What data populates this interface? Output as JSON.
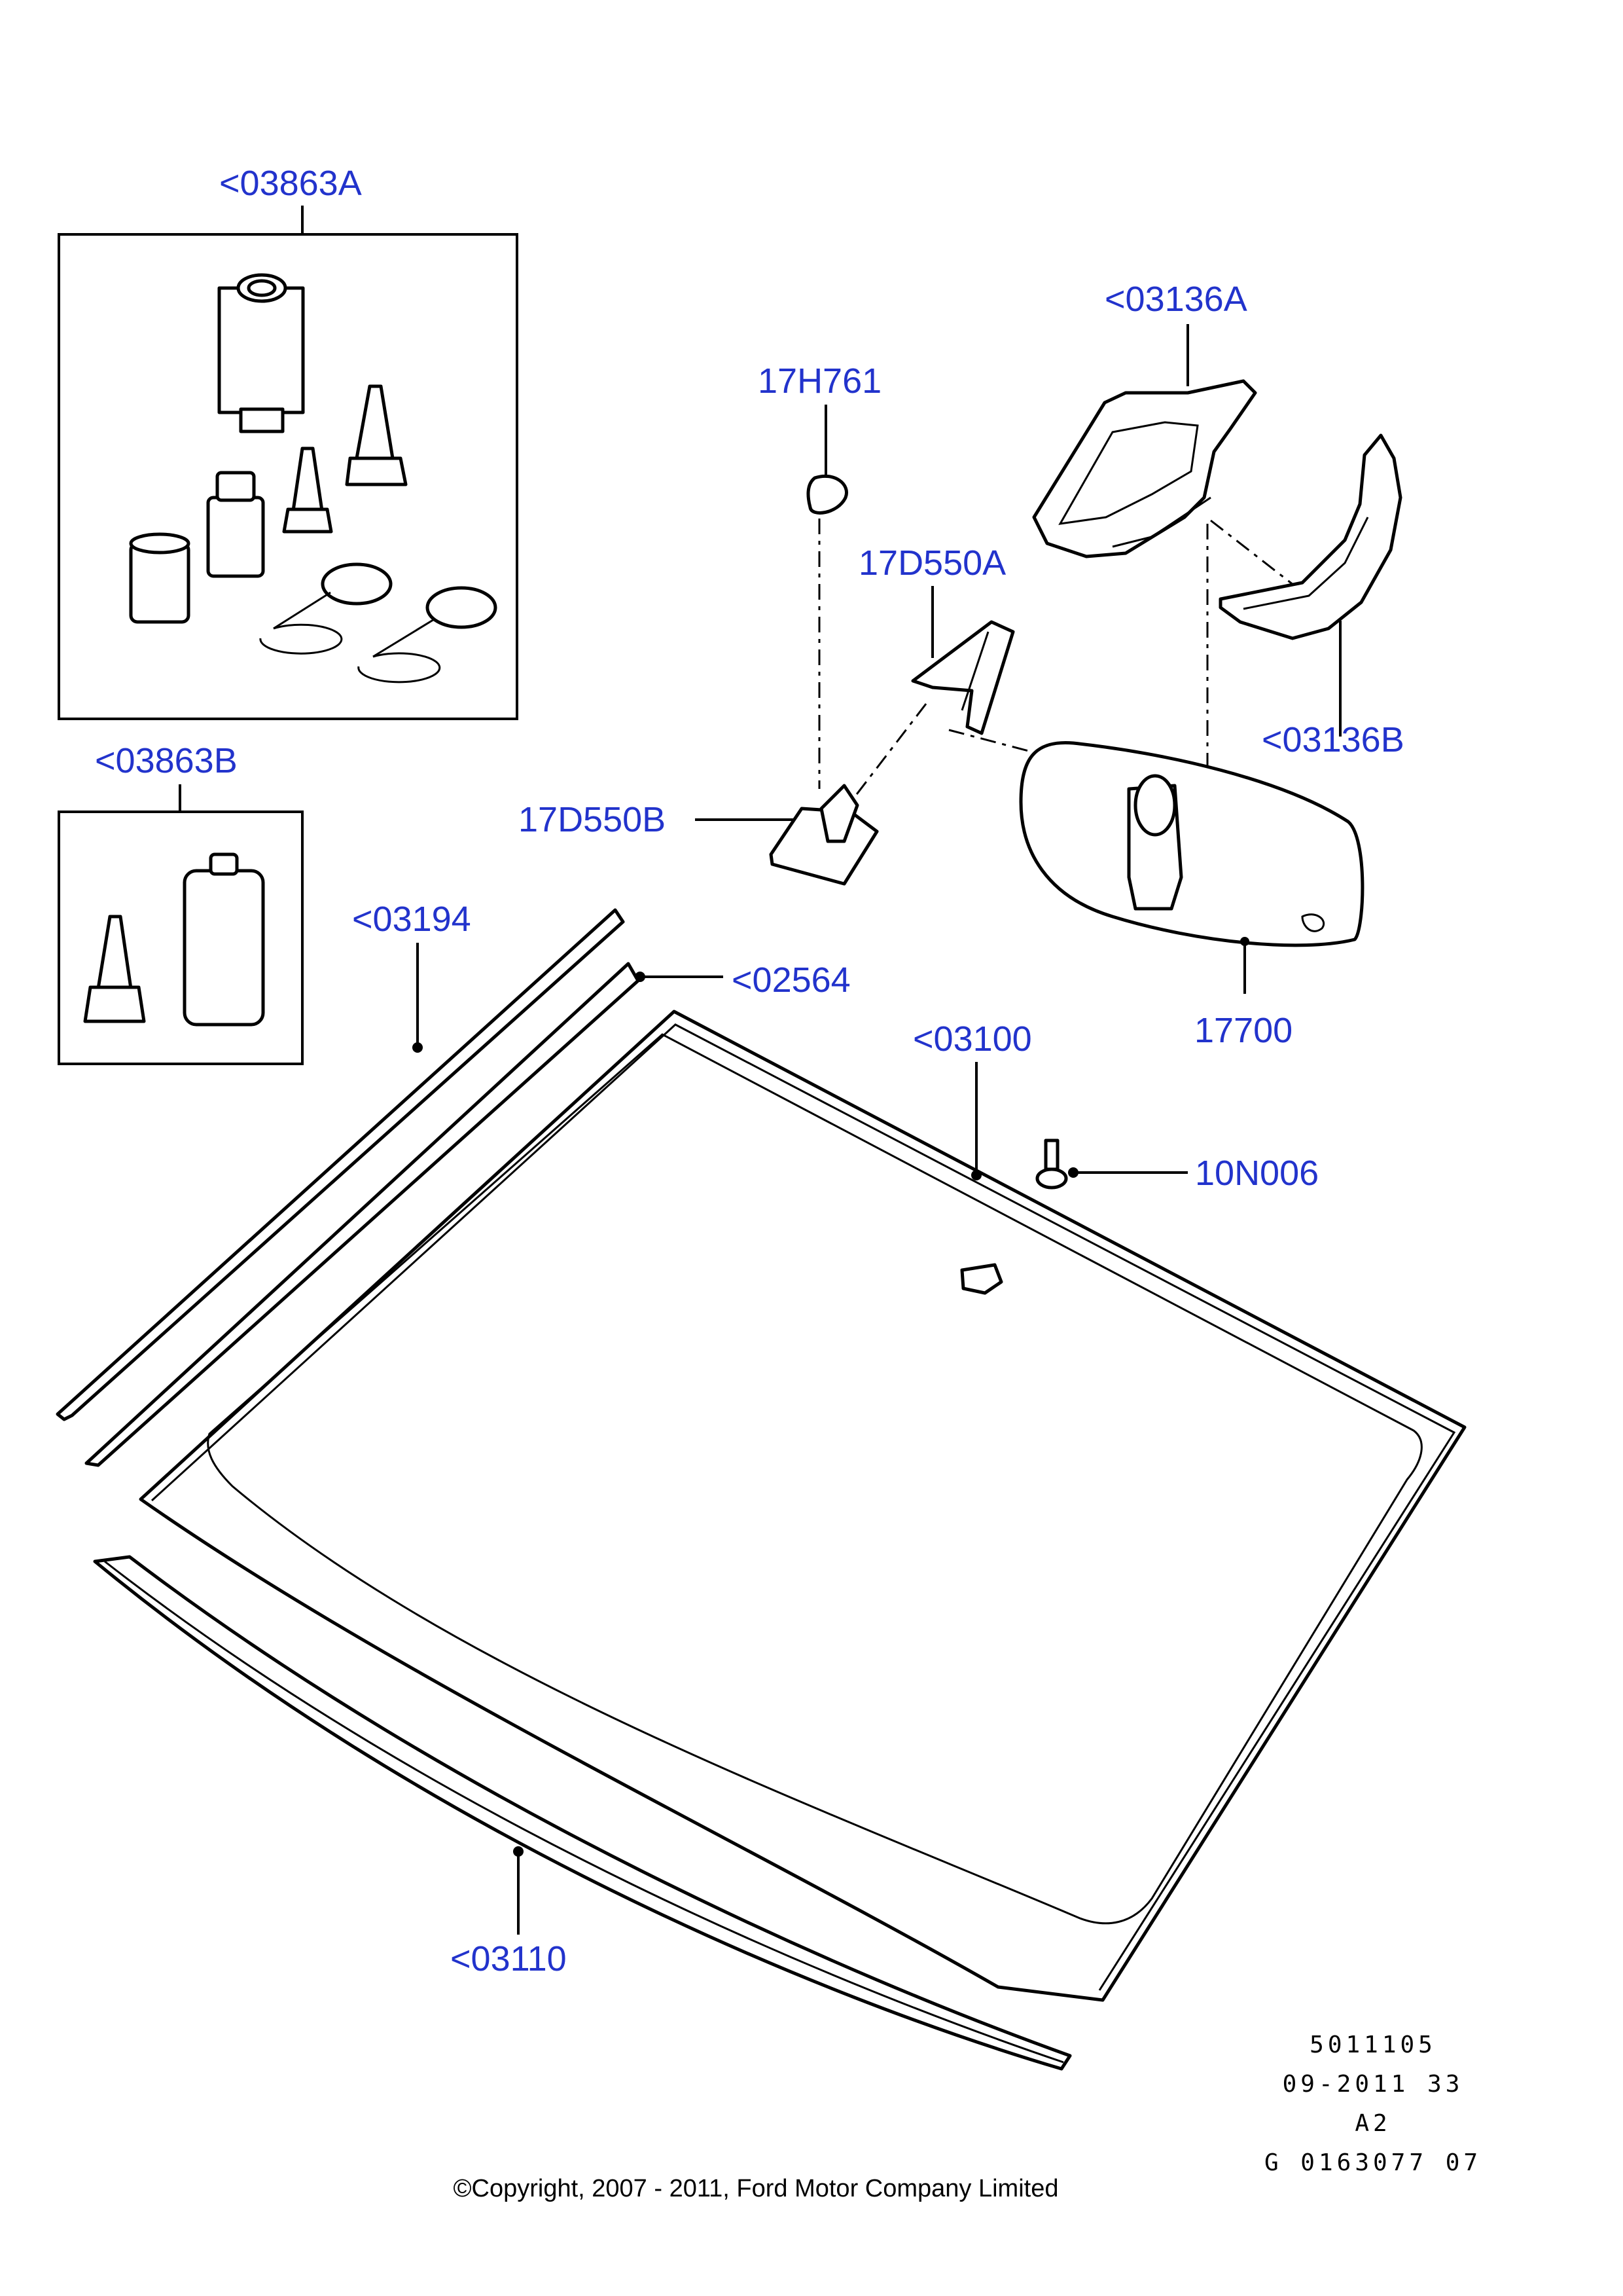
{
  "labels": {
    "kit_a": "<03863A",
    "kit_b": "<03863B",
    "p17h761": "17H761",
    "p17d550a": "17D550A",
    "p17d550b": "17D550B",
    "p03136a": "<03136A",
    "p03136b": "<03136B",
    "p17700": "17700",
    "p03194": "<03194",
    "p02564": "<02564",
    "p03100": "<03100",
    "p10n006": "10N006",
    "p03110": "<03110"
  },
  "reference": {
    "line1": "5011105",
    "line2": "09-2011 33",
    "line3": "A2",
    "line4": "G 0163077 07"
  },
  "copyright": "©Copyright, 2007 - 2011, Ford Motor Company Limited",
  "colors": {
    "label": "#2233cc",
    "line": "#000000"
  }
}
